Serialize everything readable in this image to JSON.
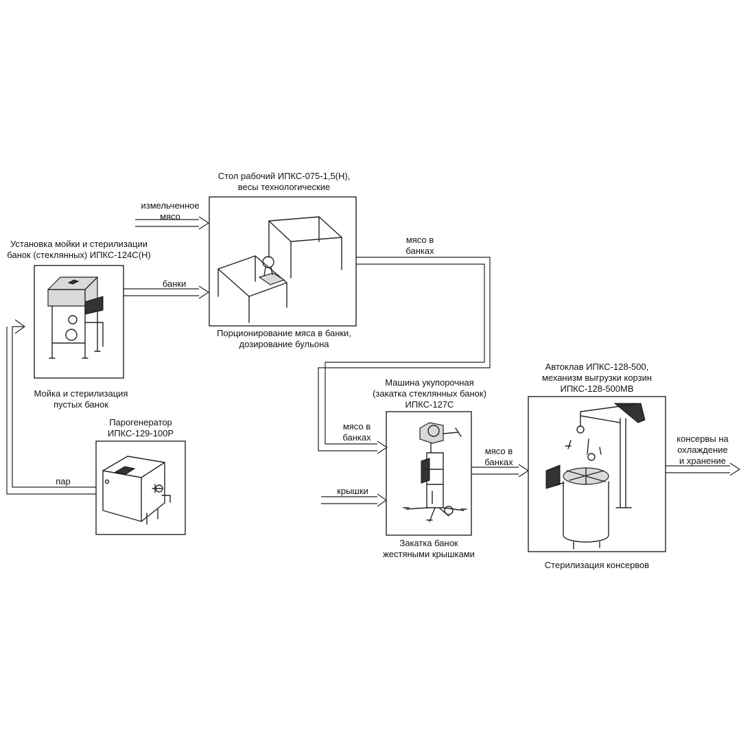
{
  "blocks": {
    "washer": {
      "title": "Установка мойки и стерилизации\nбанок (стеклянных) ИПКС-124С(Н)",
      "caption": "Мойка и стерилизация\nпустых банок"
    },
    "table": {
      "title": "Стол рабочий ИПКС-075-1,5(Н),\nвесы технологические",
      "caption": "Порционирование мяса в банки,\nдозирование бульона"
    },
    "steam": {
      "title": "Парогенератор\nИПКС-129-100Р"
    },
    "seamer": {
      "title": "Машина укупорочная\n(закатка стеклянных банок)\nИПКС-127С",
      "caption": "Закатка банок\nжестяными крышками"
    },
    "autoclave": {
      "title": "Автоклав ИПКС-128-500,\nмеханизм выгрузки корзин\nИПКС-128-500МВ",
      "caption": "Стерилизация консервов"
    }
  },
  "flows": {
    "minced_meat": "измельченное\nмясо",
    "jars": "банки",
    "meat_in_jars_1": "мясо в\nбанках",
    "meat_in_jars_2": "мясо в\nбанках",
    "meat_in_jars_3": "мясо в\nбанках",
    "lids": "крышки",
    "steam": "пар",
    "output": "консервы на\nохлаждение\nи хранение"
  },
  "colors": {
    "line": "#222222",
    "background": "#ffffff"
  }
}
